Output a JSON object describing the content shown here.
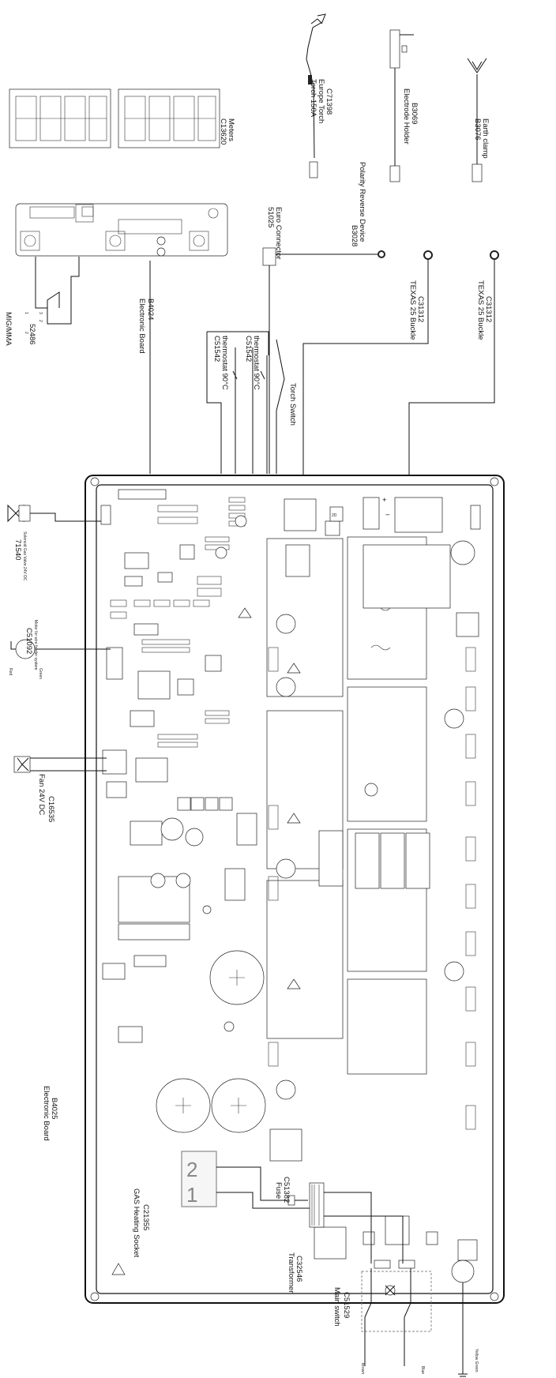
{
  "labels": {
    "meters": {
      "name": "Meters",
      "code": "C13620"
    },
    "electronic_board_top": {
      "code": "B4024",
      "name": "Electronic Board"
    },
    "mig_mma": {
      "name": "MIG/MMA",
      "code": "52486",
      "pin1": "1",
      "pin2": "2",
      "pin3": "3",
      "pin2b": "2"
    },
    "thermostat_1": {
      "code": "C51542",
      "name": "thermostat 90°C"
    },
    "thermostat_2": {
      "code": "C51542",
      "name": "thermostat 90°C"
    },
    "torch_switch": "Torch Switch",
    "euro_connector": {
      "code": "51025",
      "name": "Euro Connector"
    },
    "torch": {
      "name": "Torch 150A",
      "subname": "Europe Torch",
      "code": "C71398"
    },
    "polarity": {
      "code": "B3028",
      "name": "Polarity Reverse Device"
    },
    "electrode_holder": {
      "name": "Electrode Holder",
      "code": "B3069"
    },
    "earth_clamp": {
      "code": "B3076",
      "name": "Earth clamp"
    },
    "buckle_1": {
      "name": "TEXAS 25 Buckle",
      "code": "C31312"
    },
    "buckle_2": {
      "name": "TEXAS 25 Buckle",
      "code": "C31312"
    },
    "gas_valve": {
      "code": "71540",
      "name": "Solenoid Gas Valve 24V DC"
    },
    "wire_motor": {
      "code": "C51092",
      "name": "Motor for wire feeder system",
      "pin_red": "Red",
      "pin_green": "Green"
    },
    "fan": {
      "name": "Fan 24V DC",
      "code": "C16535"
    },
    "electronic_board_main": {
      "name": "Electronic Board",
      "code": "B4025"
    },
    "gas_socket": {
      "name": "GAS Heating Socket",
      "code": "C21355",
      "pin2": "2",
      "pin1": "1"
    },
    "fuse": {
      "name": "Fuse",
      "code": "C51382"
    },
    "transformer": {
      "name": "Transformer",
      "code": "C32546"
    },
    "main_switch": {
      "name": "Main switch",
      "code": "C51529"
    },
    "wire_brown": "Brown",
    "wire_blue": "Blue",
    "wire_yellow_green": "Yellow Green",
    "board_2d": "2D",
    "plus_sign": "+",
    "minus_sign": "−"
  },
  "colors": {
    "line": "#111111",
    "socket_text": "#888888",
    "background": "#ffffff"
  }
}
